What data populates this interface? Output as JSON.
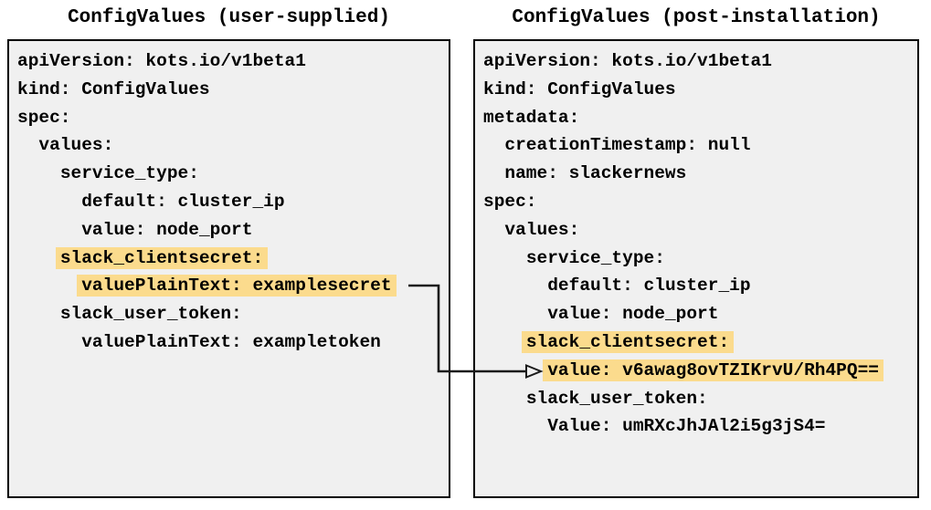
{
  "colors": {
    "page_bg": "#ffffff",
    "panel_bg": "#f0f0f0",
    "panel_border": "#000000",
    "highlight": "#fbdb8d",
    "text": "#000000",
    "arrow": "#1a1a1a"
  },
  "left_panel": {
    "title": "ConfigValues (user-supplied)",
    "lines": [
      {
        "indent": "",
        "text": "apiVersion: kots.io/v1beta1",
        "highlight": false
      },
      {
        "indent": "",
        "text": "kind: ConfigValues",
        "highlight": false
      },
      {
        "indent": "",
        "text": "spec:",
        "highlight": false
      },
      {
        "indent": "  ",
        "text": "values:",
        "highlight": false
      },
      {
        "indent": "    ",
        "text": "service_type:",
        "highlight": false
      },
      {
        "indent": "      ",
        "text": "default: cluster_ip",
        "highlight": false
      },
      {
        "indent": "      ",
        "text": "value: node_port",
        "highlight": false
      },
      {
        "indent": "    ",
        "text": "slack_clientsecret:",
        "highlight": true
      },
      {
        "indent": "      ",
        "text": "valuePlainText: examplesecret",
        "highlight": true
      },
      {
        "indent": "    ",
        "text": "slack_user_token:",
        "highlight": false
      },
      {
        "indent": "      ",
        "text": "valuePlainText: exampletoken",
        "highlight": false
      }
    ]
  },
  "right_panel": {
    "title": "ConfigValues (post-installation)",
    "lines": [
      {
        "indent": "",
        "text": "apiVersion: kots.io/v1beta1",
        "highlight": false
      },
      {
        "indent": "",
        "text": "kind: ConfigValues",
        "highlight": false
      },
      {
        "indent": "",
        "text": "metadata:",
        "highlight": false
      },
      {
        "indent": "  ",
        "text": "creationTimestamp: null",
        "highlight": false
      },
      {
        "indent": "  ",
        "text": "name: slackernews",
        "highlight": false
      },
      {
        "indent": "",
        "text": "spec:",
        "highlight": false
      },
      {
        "indent": "  ",
        "text": "values:",
        "highlight": false
      },
      {
        "indent": "    ",
        "text": "service_type:",
        "highlight": false
      },
      {
        "indent": "      ",
        "text": "default: cluster_ip",
        "highlight": false
      },
      {
        "indent": "      ",
        "text": "value: node_port",
        "highlight": false
      },
      {
        "indent": "    ",
        "text": "slack_clientsecret:",
        "highlight": true
      },
      {
        "indent": "      ",
        "text": "value: v6awag8ovTZIKrvU/Rh4PQ==",
        "highlight": true
      },
      {
        "indent": "    ",
        "text": "slack_user_token:",
        "highlight": false
      },
      {
        "indent": "      ",
        "text": "Value: umRXcJhJAl2i5g3jS4=",
        "highlight": false
      }
    ]
  }
}
